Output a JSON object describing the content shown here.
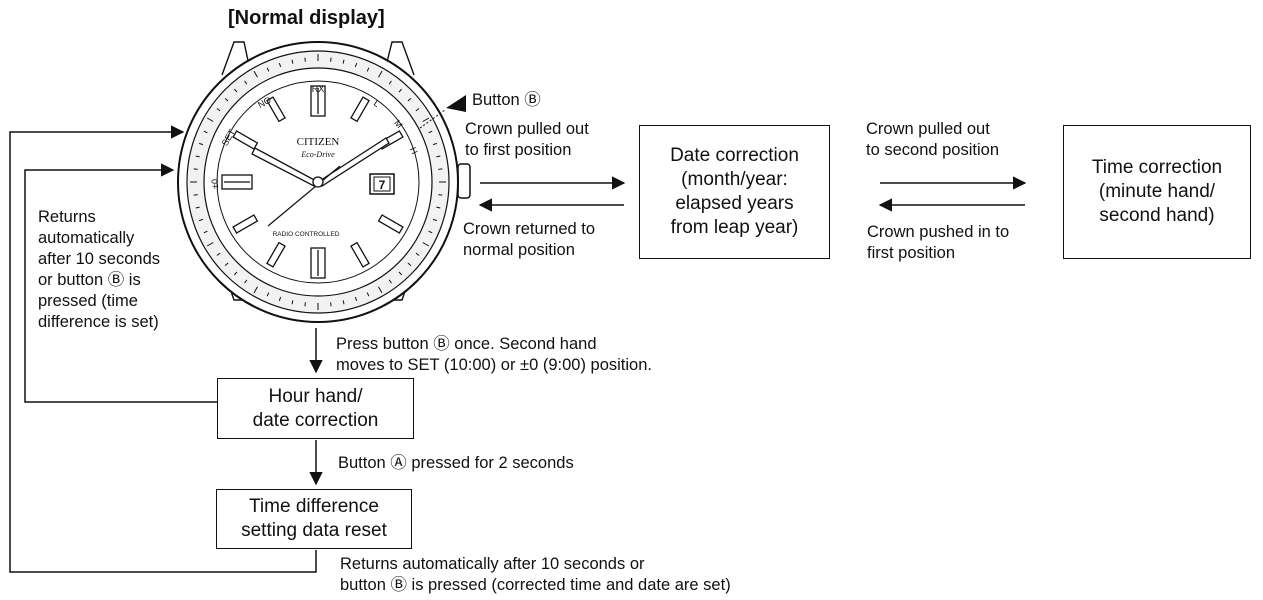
{
  "title": "[Normal display]",
  "watch": {
    "brand": "CITIZEN",
    "subbrand": "Eco-Drive",
    "dial_text": "RADIO CONTROLLED",
    "date_value": "7",
    "bezel_labels": {
      "rx": "RX",
      "no": "NO",
      "set": "SET",
      "pm0": "±0",
      "l": "L",
      "m": "M",
      "h": "H"
    }
  },
  "button_b_label": "Button Ⓑ",
  "crown_first_out": [
    "Crown pulled out",
    "to first position"
  ],
  "crown_returned": [
    "Crown returned to",
    "normal position"
  ],
  "date_box": [
    "Date correction",
    "(month/year:",
    "elapsed years",
    "from leap year)"
  ],
  "crown_second_out": [
    "Crown pulled out",
    "to second position"
  ],
  "crown_pushed": [
    "Crown pushed in to",
    "first position"
  ],
  "time_box": [
    "Time correction",
    "(minute hand/",
    "second hand)"
  ],
  "returns_left": [
    "Returns",
    "automatically",
    "after 10 seconds",
    "or button Ⓑ is",
    "pressed (time",
    "difference is set)"
  ],
  "press_b": [
    "Press button Ⓑ once.  Second hand",
    "moves to SET (10:00) or ±0 (9:00) position."
  ],
  "hour_box": [
    "Hour hand/",
    "date correction"
  ],
  "button_a": "Button Ⓐ pressed for 2 seconds",
  "reset_box": [
    "Time difference",
    "setting data reset"
  ],
  "returns_bottom": [
    "Returns automatically after 10 seconds or",
    "button Ⓑ is pressed (corrected time and date are set)"
  ]
}
